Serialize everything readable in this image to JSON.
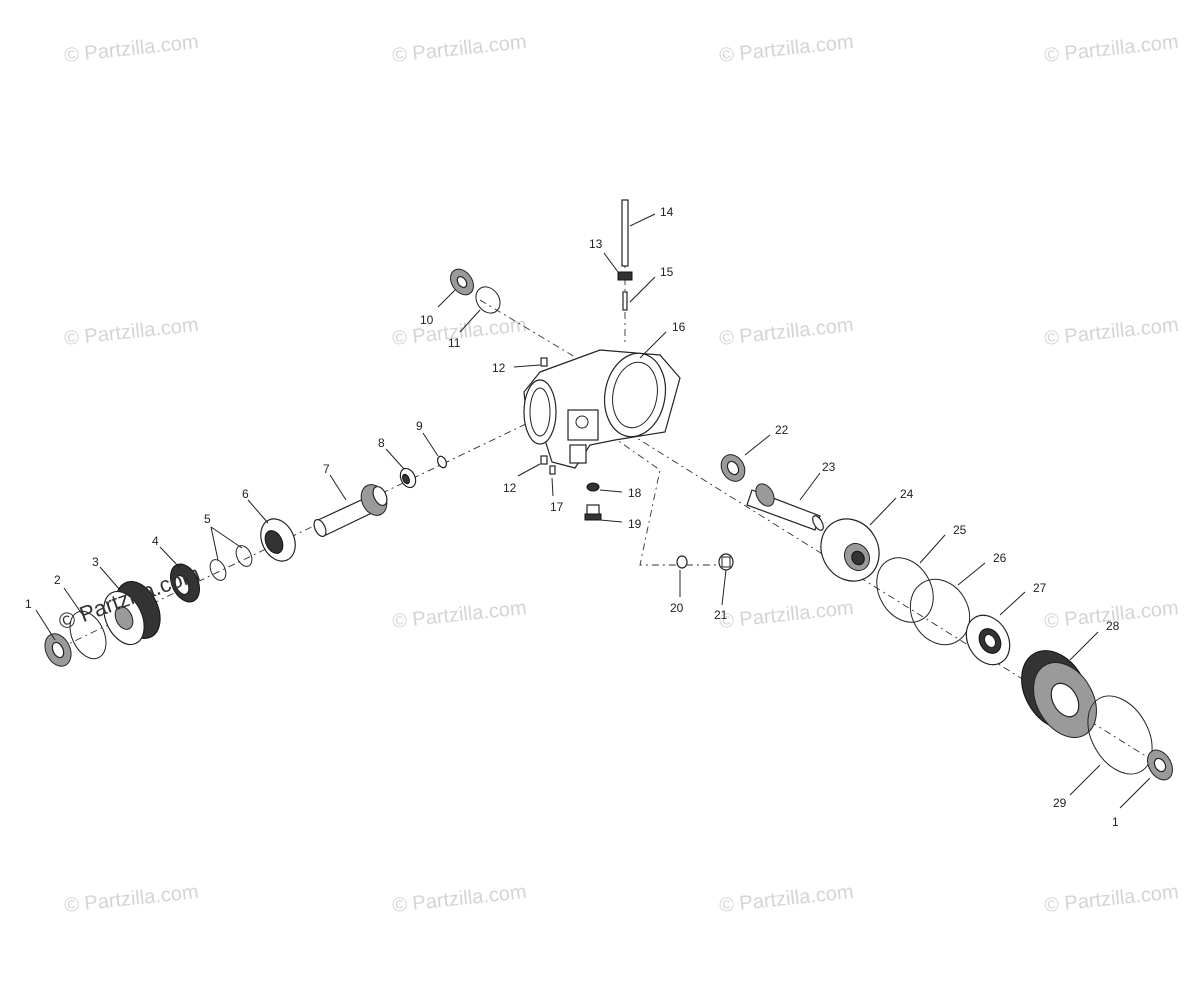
{
  "watermark_text": "© Partzilla.com",
  "watermark_overlay_text": "© Partzilla.com",
  "callouts": [
    {
      "id": "1a",
      "text": "1"
    },
    {
      "id": "2",
      "text": "2"
    },
    {
      "id": "3",
      "text": "3"
    },
    {
      "id": "4",
      "text": "4"
    },
    {
      "id": "5",
      "text": "5"
    },
    {
      "id": "6",
      "text": "6"
    },
    {
      "id": "7",
      "text": "7"
    },
    {
      "id": "8",
      "text": "8"
    },
    {
      "id": "9",
      "text": "9"
    },
    {
      "id": "10",
      "text": "10"
    },
    {
      "id": "11",
      "text": "11"
    },
    {
      "id": "12a",
      "text": "12"
    },
    {
      "id": "12b",
      "text": "12"
    },
    {
      "id": "13",
      "text": "13"
    },
    {
      "id": "14",
      "text": "14"
    },
    {
      "id": "15",
      "text": "15"
    },
    {
      "id": "16",
      "text": "16"
    },
    {
      "id": "17",
      "text": "17"
    },
    {
      "id": "18",
      "text": "18"
    },
    {
      "id": "19",
      "text": "19"
    },
    {
      "id": "20",
      "text": "20"
    },
    {
      "id": "21",
      "text": "21"
    },
    {
      "id": "22",
      "text": "22"
    },
    {
      "id": "23",
      "text": "23"
    },
    {
      "id": "24",
      "text": "24"
    },
    {
      "id": "25",
      "text": "25"
    },
    {
      "id": "26",
      "text": "26"
    },
    {
      "id": "27",
      "text": "27"
    },
    {
      "id": "28",
      "text": "28"
    },
    {
      "id": "29",
      "text": "29"
    },
    {
      "id": "1b",
      "text": "1"
    }
  ]
}
